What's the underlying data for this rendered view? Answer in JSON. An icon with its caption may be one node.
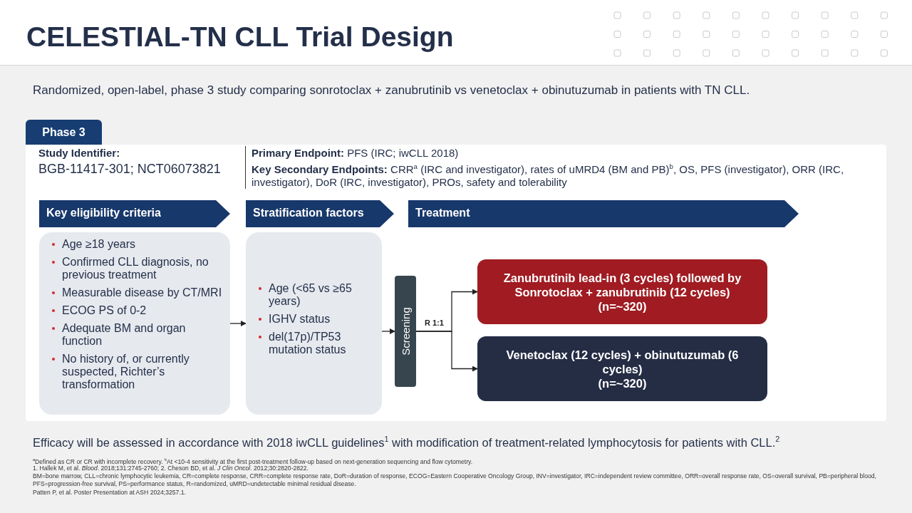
{
  "diagram": {
    "title": "CELESTIAL-TN CLL Trial Design",
    "nodes": [
      {
        "text": [
          "Phase 3"
        ]
      },
      {
        "text": [
          "Key eligibility criteria"
        ],
        "in": 0
      },
      {
        "text": [
          "Stratification factors"
        ],
        "in": 0
      },
      {
        "text": [
          "Treatment"
        ],
        "in": 0
      },
      {
        "text": [
          "Age ≥18 years",
          "Confirmed CLL diagnosis, no previous treatment",
          "Measurable disease by CT/MRI",
          "ECOG PS of 0-2",
          "Adequate BM and organ function",
          "No history of, or currently suspected, Richter’s transformation"
        ],
        "in": 0
      },
      {
        "text": [
          "Age (<65 vs ≥65 years)",
          "IGHV status",
          "del(17p)/TP53 mutation status"
        ],
        "in": 0
      },
      {
        "text": [
          "Screening"
        ],
        "in": 0
      },
      {
        "text": [
          "Zanubrutinib lead-in (3 cycles) followed by Sonrotoclax + zanubrutinib (12 cycles)",
          "(n=~320)"
        ],
        "in": 0
      },
      {
        "text": [
          "Venetoclax (12 cycles) + obinutuzumab (6 cycles)",
          "(n=~320)"
        ],
        "in": 0
      }
    ],
    "edges": [
      {
        "from": 4,
        "to": 5,
        "arrow": "to"
      },
      {
        "from": 5,
        "to": 6,
        "arrow": "to"
      },
      {
        "from": 6,
        "to": 7,
        "arrow": "to",
        "label": "R 1:1"
      },
      {
        "from": 6,
        "to": 8,
        "arrow": "to"
      }
    ],
    "labels": [
      "Randomized, open-label, phase 3 study comparing sonrotoclax + zanubrutinib vs venetoclax + obinutuzumab in patients with TN CLL.",
      "Study Identifier:",
      "BGB-11417-301; NCT06073821",
      "**Primary Endpoint:** PFS (IRC; iwCLL 2018)",
      "**Key Secondary Endpoints:** CRR$^{a}$ (IRC and investigator), rates of uMRD4 (BM and PB)$^{b}$, OS, PFS (investigator), ORR (IRC, investigator), DoR (IRC, investigator), PROs, safety and tolerability",
      "Efficacy will be assessed in accordance with 2018 iwCLL guidelines$^{1}$ with modification of treatment-related lymphocytosis for patients with CLL.$^{2}$",
      "$^{a}$Defined as CR or CR with incomplete recovery. $^{b}$At <10-4 sensitivity at the first post-treatment follow-up based on next-generation sequencing and flow cytometry.",
      "1. Hallek M, et al. *Blood*. 2018;131:2745-2760; 2. Cheson BD, et al. *J Clin Oncol*. 2012;30:2820-2822.",
      "BM=bone marrow, CLL=chronic lymphocytic leukemia, CR=complete response, CRR=complete response rate, DoR=duration of response, ECOG=Eastern Cooperative Oncology Group, INV=investigator, IRC=independent review committee, ORR=overall response rate, OS=overall survival, PB=peripheral blood, PFS=progression-free survival, PS=performance status, R=randomized, uMRD=undetectable minimal residual disease.",
      "Patten P, et al. Poster Presentation at ASH 2024;3257.1."
    ]
  }
}
